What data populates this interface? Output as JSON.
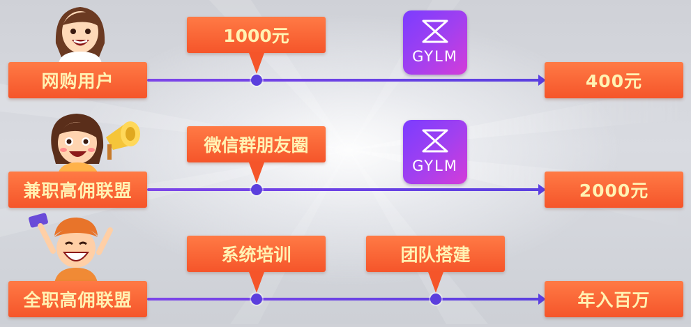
{
  "rows": [
    {
      "label": "网购用户",
      "result": "400元",
      "callouts": [
        "1000元"
      ],
      "logo_text": "GYLM",
      "avatar": "girl-avatar"
    },
    {
      "label": "兼职高佣联盟",
      "result": "2000元",
      "callouts": [
        "微信群朋友圈"
      ],
      "logo_text": "GYLM",
      "avatar": "woman-with-megaphone-avatar"
    },
    {
      "label": "全职高佣联盟",
      "result": "年入百万",
      "callouts": [
        "系统培训",
        "团队搭建"
      ],
      "avatar": "man-with-phone-avatar"
    }
  ],
  "colors": {
    "box_gradient_top": "#ff7a45",
    "box_gradient_bottom": "#f5552a",
    "box_text": "#fff2b3",
    "track": "#5a3fe0",
    "logo_gradient": [
      "#7b3cff",
      "#d43cd9"
    ]
  }
}
